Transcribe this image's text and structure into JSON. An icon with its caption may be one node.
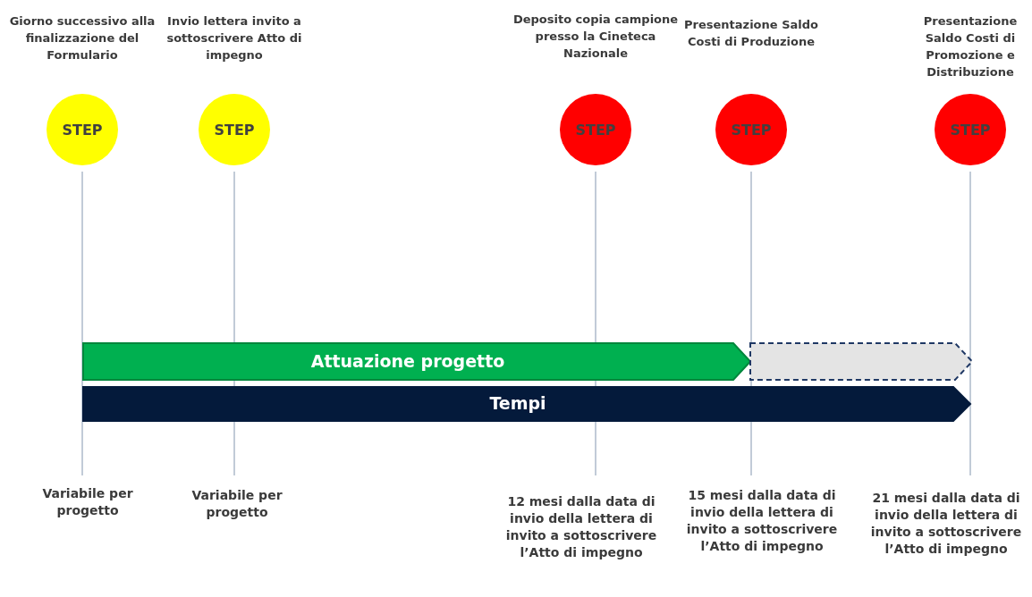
{
  "diagram": {
    "nodes": [
      {
        "text": [
          "Giorno successivo alla finalizzazione del Formulario",
          "STEP"
        ]
      },
      {
        "text": [
          "Invio lettera invito a sottoscrivere Atto di impegno",
          "STEP"
        ]
      },
      {
        "text": [
          "Deposito copia campione presso la Cineteca Nazionale",
          "STEP"
        ]
      },
      {
        "text": [
          "Presentazione Saldo Costi di Produzione",
          "STEP"
        ]
      },
      {
        "text": [
          "Presentazione Saldo Costi di Promozione e Distribuzione",
          "STEP"
        ]
      },
      {
        "text": [
          "Attuazione progetto"
        ]
      },
      {
        "text": [],
        "shape": "arrow"
      },
      {
        "text": [
          "Tempi"
        ]
      }
    ],
    "edges": [],
    "labels": [
      "Variabile per progetto",
      "Variabile per progetto",
      "12 mesi dalla data di invio della lettera di invito a sottoscrivere l’Atto di impegno",
      "15 mesi dalla data di invio della lettera di invito a sottoscrivere l’Atto di impegno",
      "21 mesi dalla data di invio della lettera di invito a sottoscrivere l’Atto di impegno"
    ]
  }
}
